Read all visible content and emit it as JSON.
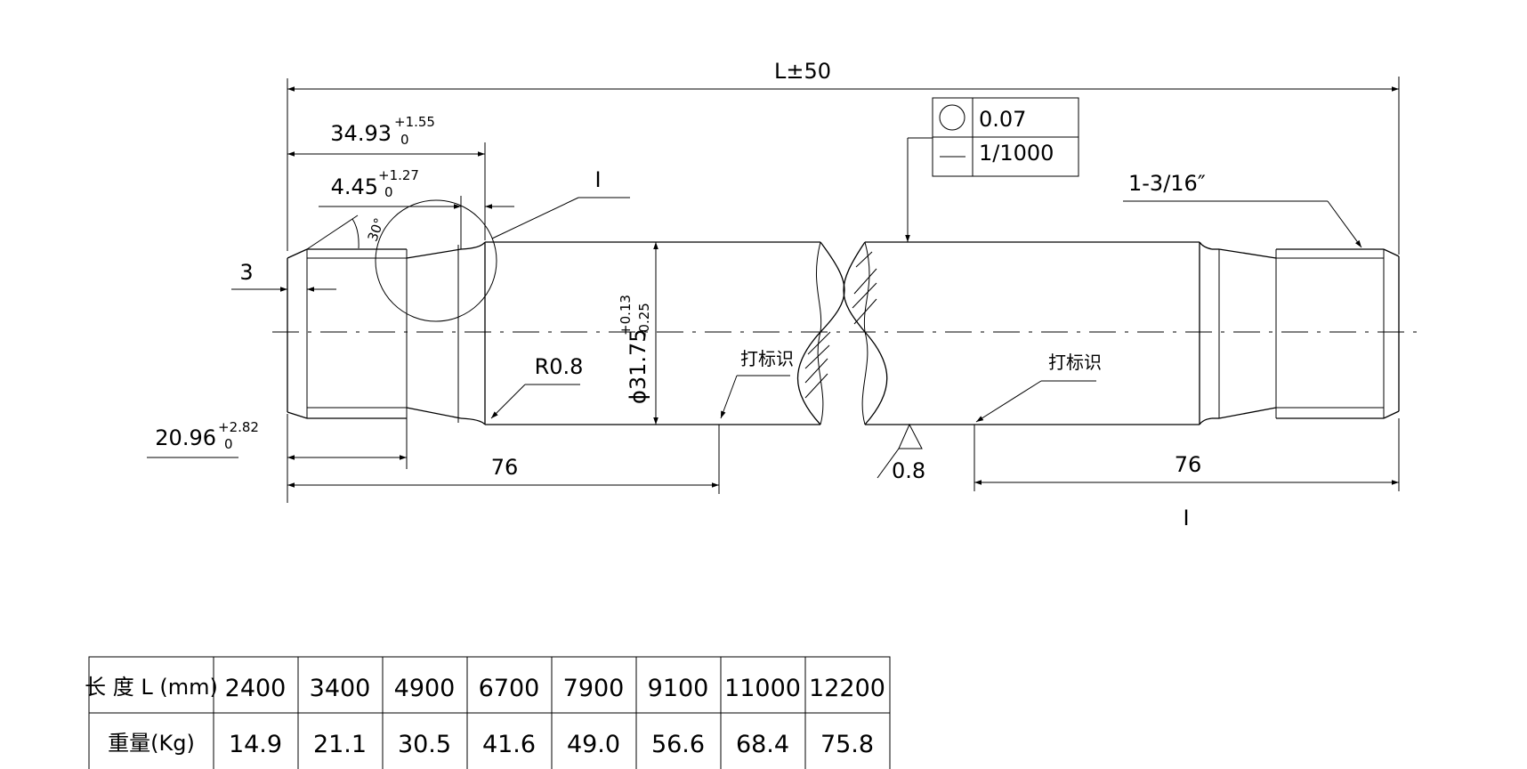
{
  "dimensions": {
    "overall_length": "L±50",
    "thread_length": "34.93",
    "thread_length_tol_upper": "+1.55",
    "thread_length_tol_lower": "0",
    "relief_length": "4.45",
    "relief_tol_upper": "+1.27",
    "relief_tol_lower": "0",
    "chamfer": "3",
    "taper_angle": "30°",
    "detail_ref": "I",
    "bottom_thread_length": "20.96",
    "bottom_tol_upper": "+2.82",
    "bottom_tol_lower": "0",
    "fillet_radius": "R0.8",
    "diameter_prefix": "ϕ",
    "diameter": "31.75",
    "diameter_tol_upper": "+0.13",
    "diameter_tol_lower": "-0.25",
    "marking_zone_left": "76",
    "marking_zone_right": "76",
    "marking_label_left": "打标识",
    "marking_label_right": "打标识",
    "surface_roughness": "0.8",
    "thread_size": "1-3/16″",
    "section_label": "I"
  },
  "tolerance_frame": {
    "roundness_value": "0.07",
    "straightness_value": "1/1000"
  },
  "table": {
    "length_header": "长 度 L (mm)",
    "weight_header": "重量(Kg)",
    "lengths": [
      "2400",
      "3400",
      "4900",
      "6700",
      "7900",
      "9100",
      "11000",
      "12200"
    ],
    "weights": [
      "14.9",
      "21.1",
      "30.5",
      "41.6",
      "49.0",
      "56.6",
      "68.4",
      "75.8"
    ]
  }
}
